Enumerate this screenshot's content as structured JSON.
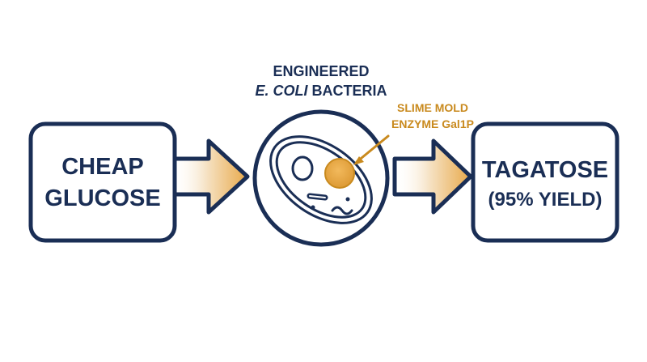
{
  "input": {
    "line1": "CHEAP",
    "line2": "GLUCOSE"
  },
  "process": {
    "title_line1": "ENGINEERED",
    "title_italic": "E. COLI",
    "title_rest": " BACTERIA",
    "enzyme_line1": "SLIME MOLD",
    "enzyme_line2": "ENZYME Gal1P"
  },
  "output": {
    "line1": "TAGATOSE",
    "line2": "(95% YIELD)"
  },
  "colors": {
    "navy": "#1a2e55",
    "gold": "#c98a1e",
    "gold_light": "#e8a94a",
    "arrow_fade": "#f6e3c6",
    "background": "#ffffff"
  }
}
